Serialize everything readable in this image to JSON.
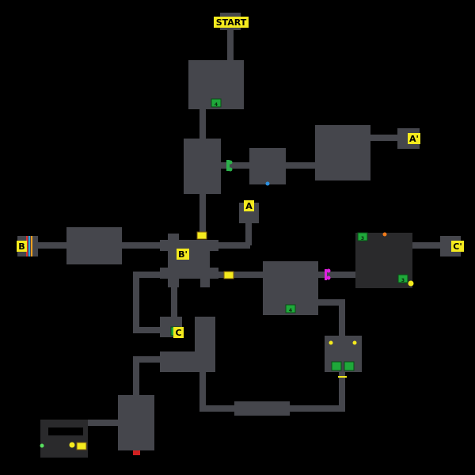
{
  "map": {
    "labels": {
      "start": "START",
      "a": "A",
      "a_prime": "A'",
      "b": "B",
      "b_prime": "B'",
      "c": "C",
      "c_prime": "C'"
    },
    "chest_numbers": [
      "4",
      "3",
      "3",
      "4"
    ],
    "colors": {
      "background": "#000000",
      "room": "#45464c",
      "dark_room": "#2a2a2c",
      "label_bg": "#f4ea1e",
      "chest_green": "#1fa83a",
      "key_yellow": "#f4ea1e",
      "door_green": "#2bb04a",
      "dot_blue": "#2a8fe0",
      "dot_orange": "#f07a1a",
      "dot_magenta": "#e020e0",
      "boss_red": "#d02020"
    }
  }
}
